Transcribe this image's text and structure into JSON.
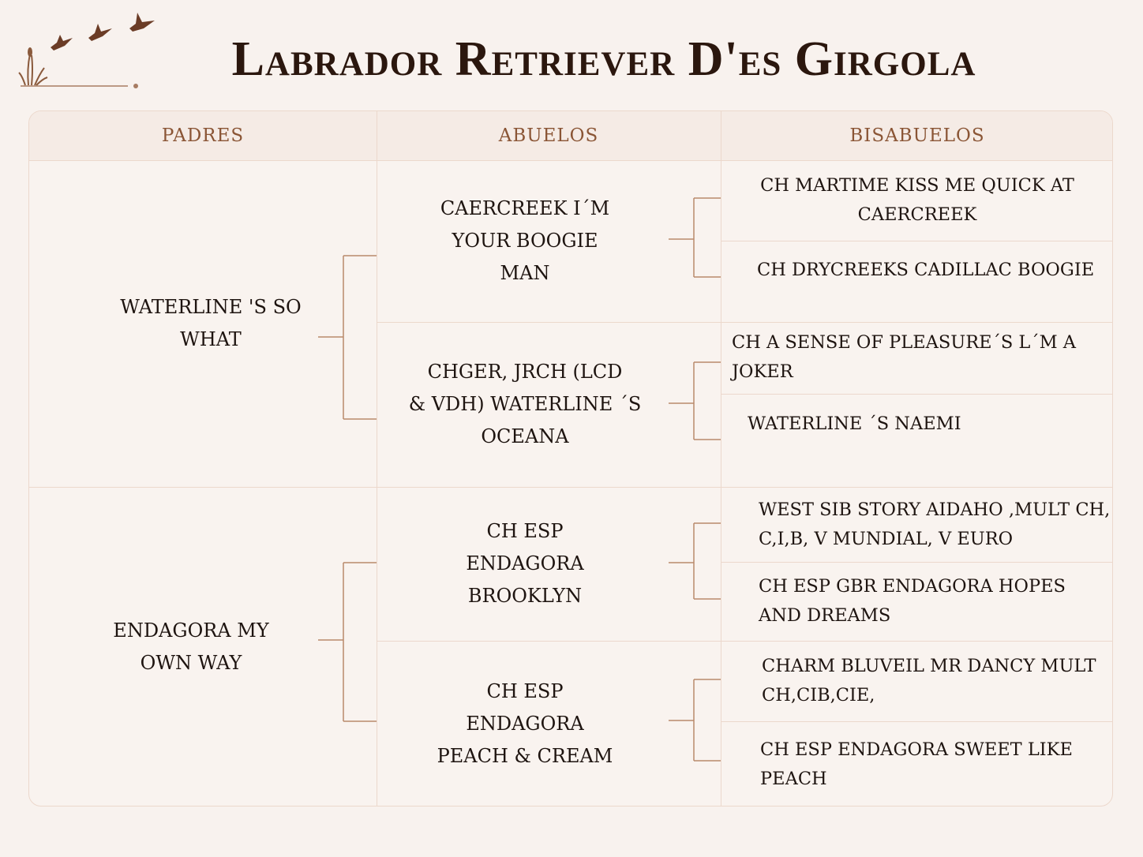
{
  "title": "Labrador Retriever D'es Girgola",
  "columns": {
    "parents": "PADRES",
    "grandparents": "ABUELOS",
    "great_grandparents": "BISABUELOS"
  },
  "parents": [
    {
      "name_lines": [
        "WATERLINE 'S SO",
        "WHAT"
      ]
    },
    {
      "name_lines": [
        "ENDAGORA MY",
        "OWN WAY"
      ]
    }
  ],
  "grandparents": [
    {
      "name_lines": [
        "CAERCREEK I´M",
        "YOUR BOOGIE",
        "MAN"
      ]
    },
    {
      "name_lines": [
        "CHGER, JRCH (LCD",
        "& VDH) WATERLINE ´S",
        "OCEANA"
      ]
    },
    {
      "name_lines": [
        "CH ESP",
        "ENDAGORA",
        "BROOKLYN"
      ]
    },
    {
      "name_lines": [
        "CH ESP",
        "ENDAGORA",
        "PEACH & CREAM"
      ]
    }
  ],
  "great_grandparents": [
    {
      "name_lines": [
        "CH MARTIME KISS ME QUICK AT",
        "CAERCREEK"
      ]
    },
    {
      "name_lines": [
        "CH DRYCREEKS CADILLAC BOOGIE"
      ]
    },
    {
      "name_lines": [
        "CH A SENSE OF PLEASURE´S L´M A JOKER"
      ]
    },
    {
      "name_lines": [
        "WATERLINE ´S NAEMI"
      ]
    },
    {
      "name_lines": [
        "WEST SIB STORY AIDAHO ,MULT",
        "CH, C,I,B, V MUNDIAL, V EURO"
      ]
    },
    {
      "name_lines": [
        "CH ESP GBR ENDAGORA HOPES AND",
        "DREAMS"
      ]
    },
    {
      "name_lines": [
        "CHARM BLUVEIL MR DANCY MULT",
        "CH,CIB,CIE,"
      ]
    },
    {
      "name_lines": [
        "CH ESP ENDAGORA SWEET LIKE",
        "PEACH"
      ]
    }
  ],
  "colors": {
    "background": "#f8f2ee",
    "header_text": "#8a5535",
    "title_text": "#2b170e",
    "connector": "#b98a6c",
    "grid_line": "#ecd8cc"
  }
}
